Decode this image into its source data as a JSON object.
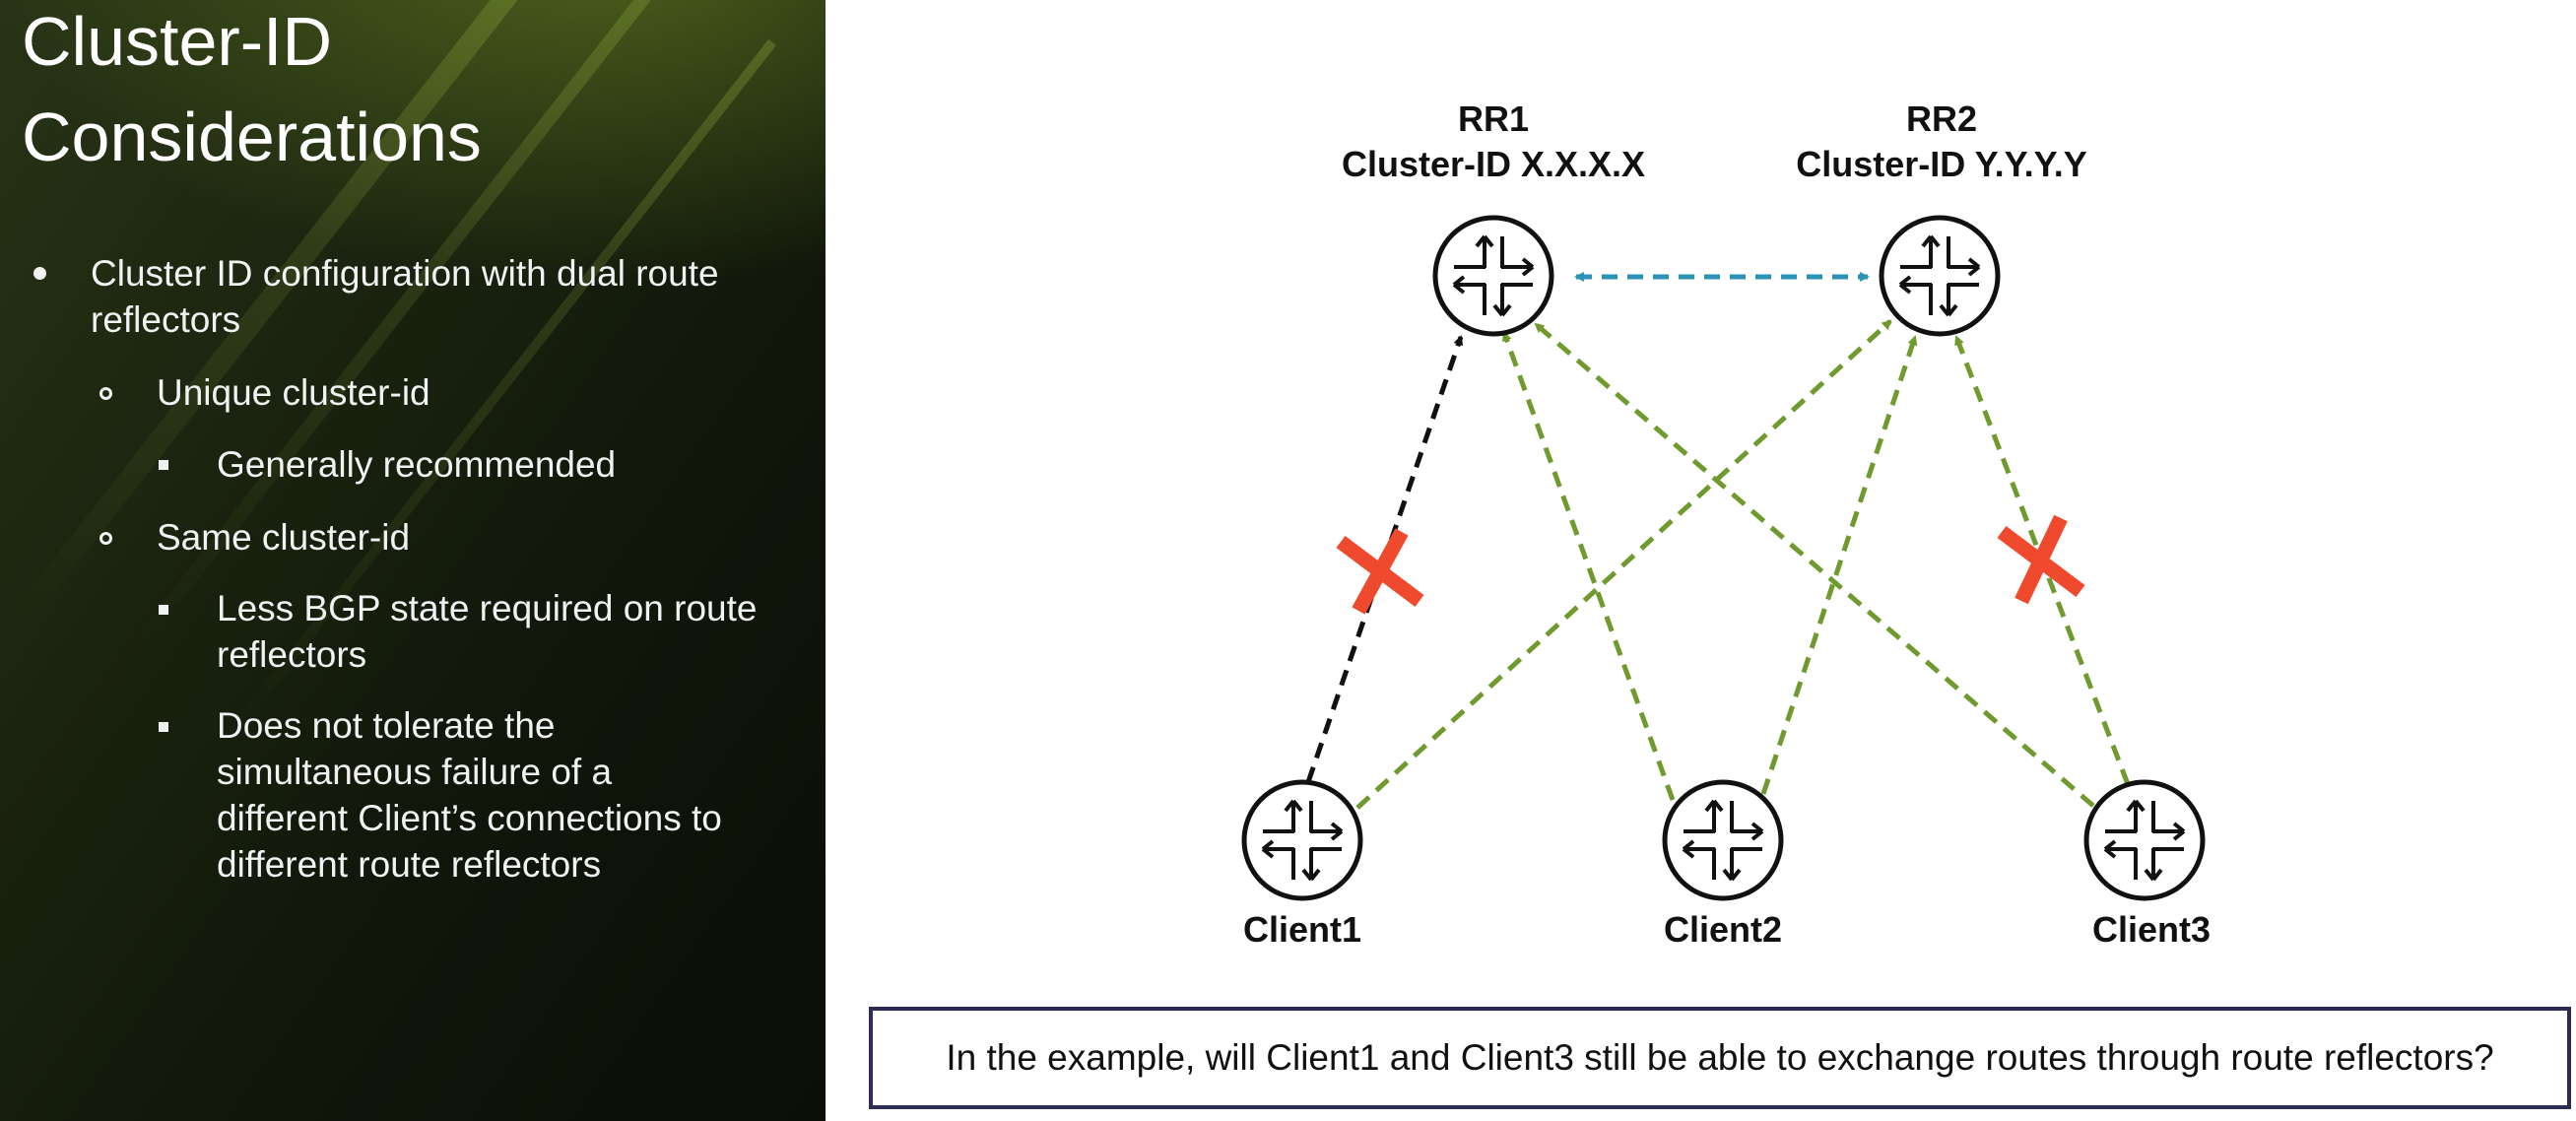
{
  "slide": {
    "title_lines": [
      "Cluster-ID",
      "Considerations"
    ],
    "bullets": {
      "b1": "Cluster ID configuration with dual route",
      "b1_cont": "reflectors",
      "b2": "Unique cluster-id",
      "b3": "Generally recommended",
      "b4": "Same cluster-id",
      "b5": "Less BGP state required on route",
      "b5_cont": "reflectors",
      "b6_lines": [
        "Does not tolerate the",
        "simultaneous failure of a",
        "different Client’s connections to",
        "different route reflectors"
      ]
    }
  },
  "diagram": {
    "nodes": {
      "rr1": {
        "name": "RR1",
        "cluster": "Cluster-ID X.X.X.X",
        "icon": "router-icon"
      },
      "rr2": {
        "name": "RR2",
        "cluster": "Cluster-ID Y.Y.Y.Y",
        "icon": "router-icon"
      },
      "client1": {
        "name": "Client1",
        "icon": "router-icon"
      },
      "client2": {
        "name": "Client2",
        "icon": "router-icon"
      },
      "client3": {
        "name": "Client3",
        "icon": "router-icon"
      }
    },
    "links": [
      {
        "id": "client1-rr1",
        "color": "#111111",
        "failed": true
      },
      {
        "id": "client1-rr2",
        "color": "#6e9a2e",
        "failed": false
      },
      {
        "id": "client2-rr1",
        "color": "#6e9a2e",
        "failed": false
      },
      {
        "id": "client2-rr2",
        "color": "#6e9a2e",
        "failed": false
      },
      {
        "id": "client3-rr1",
        "color": "#6e9a2e",
        "failed": false
      },
      {
        "id": "client3-rr2",
        "color": "#6e9a2e",
        "failed": true
      },
      {
        "id": "rr1-rr2",
        "color": "#2b93b5",
        "failed": false
      }
    ],
    "failure_marker_color": "#f04a2e",
    "question": "In the example, will Client1 and Client3 still be able to exchange routes through route reflectors?"
  }
}
